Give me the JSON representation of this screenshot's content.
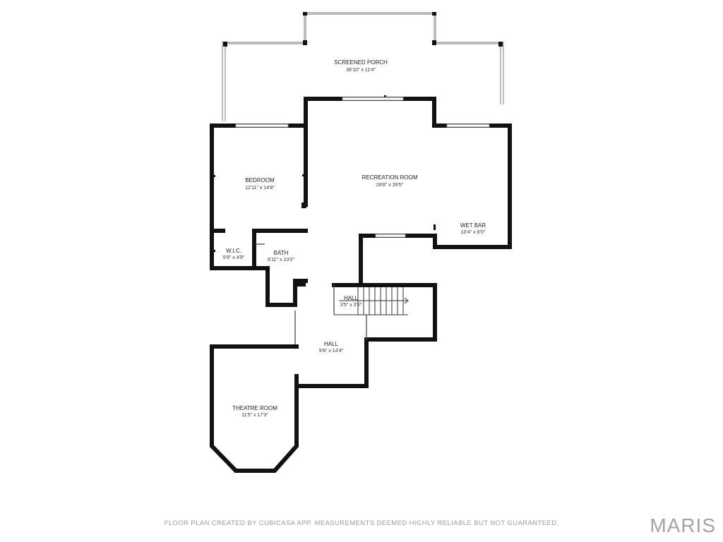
{
  "rooms": {
    "screened_porch": {
      "name": "SCREENED PORCH",
      "dims": "38'10\" x 11'4\""
    },
    "recreation_room": {
      "name": "RECREATION ROOM",
      "dims": "28'8\" x 26'5\""
    },
    "bedroom": {
      "name": "BEDROOM",
      "dims": "12'11\" x 14'8\""
    },
    "wet_bar": {
      "name": "WET BAR",
      "dims": "10'4\" x 6'0\""
    },
    "wic": {
      "name": "W.I.C.",
      "dims": "5'9\" x 4'9\""
    },
    "bath": {
      "name": "BATH",
      "dims": "6'11\" x 10'0\""
    },
    "hall_stairs": {
      "name": "HALL",
      "dims": "3'5\" x 3'6\""
    },
    "hall_main": {
      "name": "HALL",
      "dims": "9'8\" x 14'4\""
    },
    "theatre_room": {
      "name": "THEATRE ROOM",
      "dims": "11'5\" x 17'3\""
    }
  },
  "footer": {
    "disclaimer": "FLOOR PLAN CREATED BY CUBICASA APP. MEASUREMENTS DEEMED HIGHLY RELIABLE BUT NOT GUARANTEED."
  },
  "brand": {
    "logo": "MARIS"
  }
}
